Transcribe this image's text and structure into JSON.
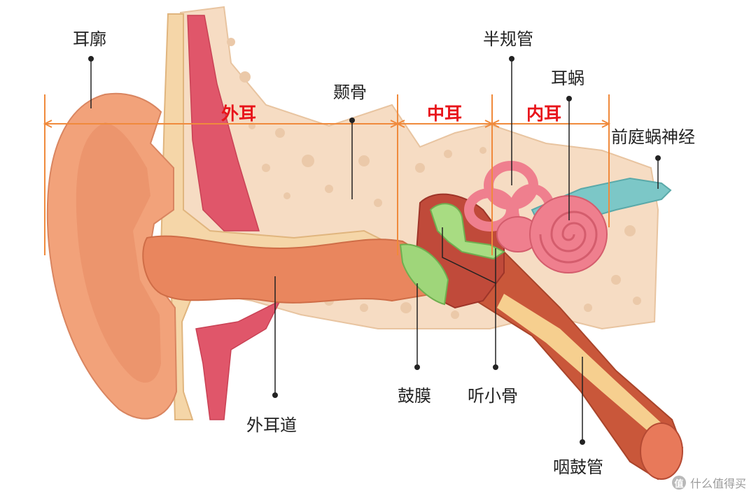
{
  "colors": {
    "section_label": "#e8141b",
    "bracket_line": "#f08a3c",
    "skin": "#f2a27a",
    "bone": "#f6dcc3",
    "muscle": "#e0566a",
    "membrane": "#9fd67a",
    "nerve": "#7cc7c7",
    "label_text": "#222222"
  },
  "sections": {
    "outer": "外耳",
    "middle": "中耳",
    "inner": "内耳"
  },
  "labels": {
    "auricle": "耳廓",
    "temporal_bone": "颞骨",
    "semicircular_canals": "半规管",
    "cochlea": "耳蜗",
    "vestibulocochlear_nerve": "前庭蜗神经",
    "ear_canal": "外耳道",
    "eardrum": "鼓膜",
    "ossicles": "听小骨",
    "eustachian_tube": "咽鼓管"
  },
  "watermark": {
    "badge": "值",
    "text": "什么值得买"
  }
}
